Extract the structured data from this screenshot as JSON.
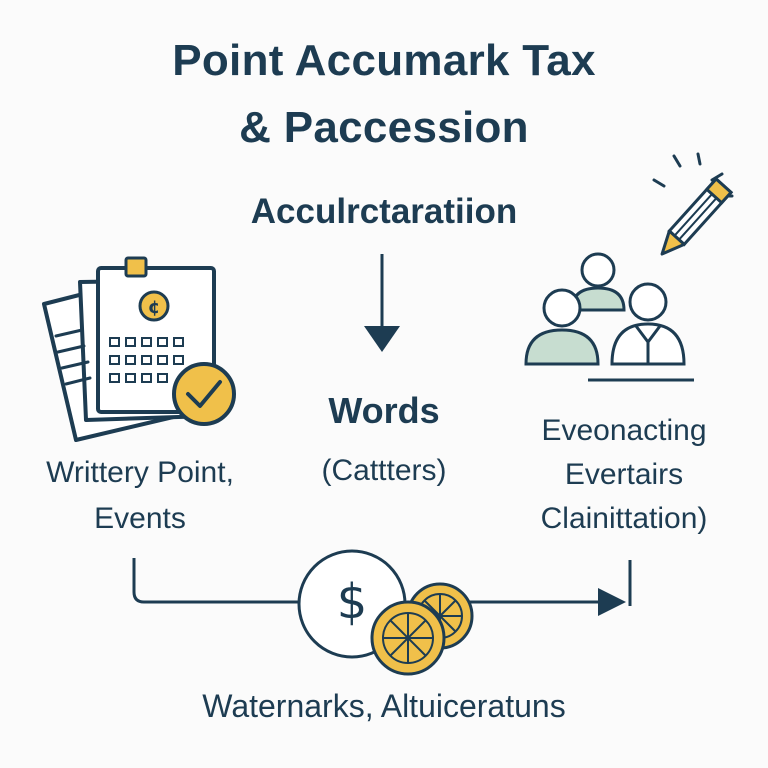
{
  "title": {
    "line1": "Point Accumark Tax",
    "line2": "& Paccession"
  },
  "subtitle": "Acculrctaratiion",
  "center": {
    "word": "Words",
    "sub": "(Cattters)"
  },
  "left": {
    "line1": "Writtery Point,",
    "line2": "Events"
  },
  "right": {
    "line1": "Eveonacting",
    "line2": "Evertairs",
    "line3": "Clainittation)"
  },
  "footer": "Waternarks, Altuiceratuns",
  "coin_symbol": "$",
  "icons": [
    "document-stack-icon",
    "checkmark-badge-icon",
    "arrow-down-icon",
    "pencil-icon",
    "people-group-icon",
    "dollar-coin-icon",
    "gold-coins-icon",
    "arrow-right-icon"
  ],
  "colors": {
    "ink": "#1d3c52",
    "gold": "#f0c04a",
    "sage": "#c7ddd0"
  }
}
